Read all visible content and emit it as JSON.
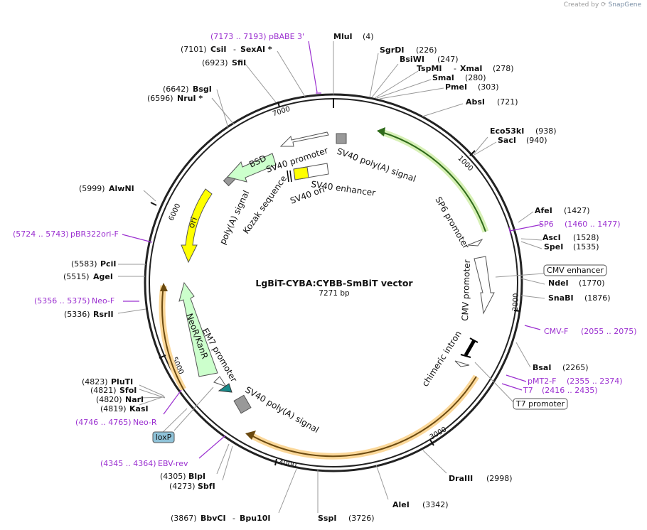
{
  "watermark": {
    "prefix": "Created by",
    "brand": "SnapGene"
  },
  "map": {
    "title": "LgBiT-CYBA:CYBB-SmBiT vector",
    "length": "7271 bp",
    "ticks": [
      "1000",
      "2000",
      "3000",
      "4000",
      "5000",
      "6000",
      "7000"
    ]
  },
  "sites": [
    {
      "pos": "(7101)",
      "name": "CsiI",
      "name2": "SexAI *"
    },
    {
      "pos": "(6923)",
      "name": "SfiI"
    },
    {
      "pos": "(6642)",
      "name": "BsgI"
    },
    {
      "pos": "(6596)",
      "name": "NruI *"
    },
    {
      "pos": "(5999)",
      "name": "AlwNI"
    },
    {
      "pos": "(5583)",
      "name": "PciI"
    },
    {
      "pos": "(5515)",
      "name": "AgeI"
    },
    {
      "pos": "(5336)",
      "name": "RsrII"
    },
    {
      "pos": "(4823)",
      "name": "PluTI"
    },
    {
      "pos": "(4821)",
      "name": "SfoI"
    },
    {
      "pos": "(4820)",
      "name": "NarI"
    },
    {
      "pos": "(4819)",
      "name": "KasI"
    },
    {
      "pos": "(4305)",
      "name": "BlpI"
    },
    {
      "pos": "(4273)",
      "name": "SbfI"
    },
    {
      "pos": "(3867)",
      "name": "BbvCI",
      "name2": "Bpu10I"
    },
    {
      "pos": "(3726)",
      "name": "SspI"
    },
    {
      "pos": "(3342)",
      "name": "AleI"
    },
    {
      "pos": "(2998)",
      "name": "DraIII"
    },
    {
      "pos": "(2265)",
      "name": "BsaI"
    },
    {
      "pos": "(1876)",
      "name": "SnaBI"
    },
    {
      "pos": "(1770)",
      "name": "NdeI"
    },
    {
      "pos": "(1535)",
      "name": "SpeI"
    },
    {
      "pos": "(1528)",
      "name": "AscI"
    },
    {
      "pos": "(1427)",
      "name": "AfeI"
    },
    {
      "pos": "(940)",
      "name": "SacI"
    },
    {
      "pos": "(938)",
      "name": "Eco53kI"
    },
    {
      "pos": "(721)",
      "name": "AbsI"
    },
    {
      "pos": "(303)",
      "name": "PmeI"
    },
    {
      "pos": "(280)",
      "name": "SmaI"
    },
    {
      "pos": "(278)",
      "name": "TspMI",
      "name2": "XmaI"
    },
    {
      "pos": "(247)",
      "name": "BsiWI"
    },
    {
      "pos": "(226)",
      "name": "SgrDI"
    },
    {
      "pos": "(4)",
      "name": "MluI"
    }
  ],
  "primers": [
    {
      "range": "(7173 .. 7193)",
      "name": "pBABE 3'"
    },
    {
      "range": "(5724 .. 5743)",
      "name": "pBR322ori-F"
    },
    {
      "range": "(5356 .. 5375)",
      "name": "Neo-F"
    },
    {
      "range": "(4746 .. 4765)",
      "name": "Neo-R"
    },
    {
      "range": "(4345 .. 4364)",
      "name": "EBV-rev"
    },
    {
      "range": "(1460 .. 1477)",
      "name": "SP6"
    },
    {
      "range": "(2055 .. 2075)",
      "name": "CMV-F"
    },
    {
      "range": "(2355 .. 2374)",
      "name": "pMT2-F"
    },
    {
      "range": "(2416 .. 2435)",
      "name": "T7"
    }
  ],
  "boxed": {
    "cmv_enhancer": "CMV enhancer",
    "t7_promoter": "T7 promoter",
    "loxp": "loxP"
  },
  "features": {
    "sv40_polya_top": "SV40 poly(A) signal",
    "sv40_promoter": "SV40 promoter",
    "sv40_enhancer": "SV40 enhancer",
    "sv40_ori": "SV40 ori",
    "kozak": "Kozak sequence",
    "bsd": "BSD",
    "polya_signal": "poly(A) signal",
    "ori": "ori",
    "neor": "NeoR/KanR",
    "em7": "EM7 promoter",
    "sv40_polya_bottom": "SV40 poly(A) signal",
    "sp6_promoter": "SP6 promoter",
    "cmv_promoter": "CMV promoter",
    "chimeric_intron": "chimeric intron"
  },
  "colors": {
    "backbone": "#222222",
    "primer": "#9b30d0",
    "promoter_green": "#7fc241",
    "orange_highlight": "#f5a623",
    "ori_yellow": "#ffff00",
    "resistance_green": "#ccffcc",
    "polya_gray": "#999999",
    "loxp_blue": "#8fc3d9"
  }
}
